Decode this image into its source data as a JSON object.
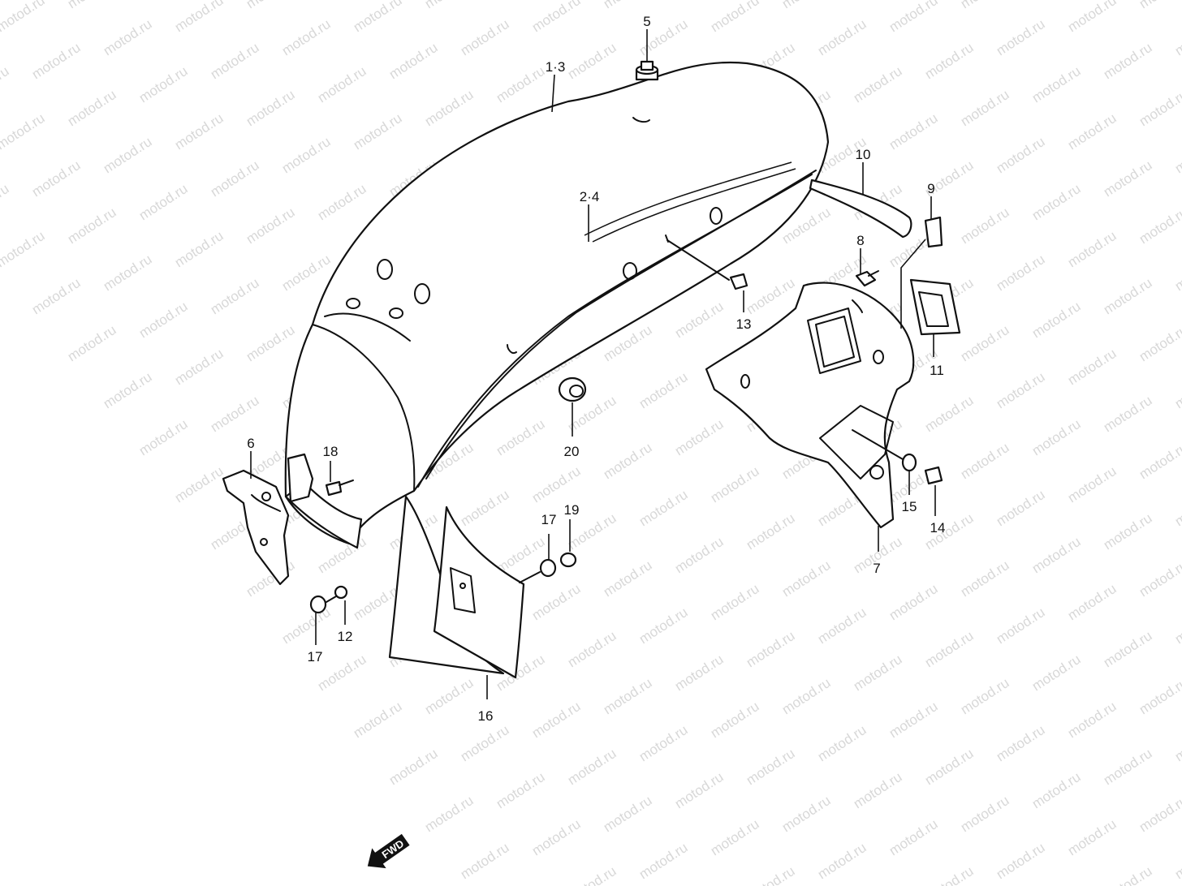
{
  "watermark": "motod.ru",
  "callouts": {
    "c1_3": "1·3",
    "c2_4": "2·4",
    "c5": "5",
    "c6": "6",
    "c7": "7",
    "c8": "8",
    "c9": "9",
    "c10": "10",
    "c11": "11",
    "c12": "12",
    "c13": "13",
    "c14": "14",
    "c15": "15",
    "c16": "16",
    "c17a": "17",
    "c17b": "17",
    "c18": "18",
    "c19": "19",
    "c20": "20"
  },
  "direction": "FWD"
}
